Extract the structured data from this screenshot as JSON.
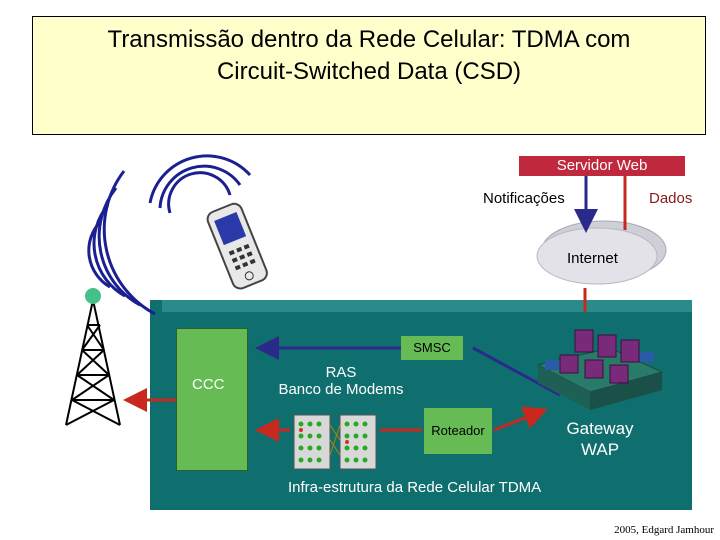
{
  "title": {
    "line1": "Transmissão dentro da Rede Celular: TDMA com",
    "line2": "Circuit-Switched Data (CSD)"
  },
  "server": {
    "label": "Servidor Web"
  },
  "links": {
    "notifications": "Notificações",
    "data": "Dados"
  },
  "internet": {
    "label": "Internet"
  },
  "infra": {
    "smsc": "SMSC",
    "ccc": "CCC",
    "ras_line1": "RAS",
    "ras_line2": "Banco de Modems",
    "router": "Roteador",
    "gateway_line1": "Gateway",
    "gateway_line2": "WAP",
    "caption": "Infra-estrutura da Rede Celular TDMA"
  },
  "credit": "2005, Edgard Jamhour",
  "colors": {
    "server_box": "#c0283d",
    "infra_bg": "#0f6f6f",
    "green_box": "#66bb55",
    "title_bg": "#ffffcc",
    "arrow_blue": "#2a2a8a",
    "arrow_red": "#c8281e"
  }
}
